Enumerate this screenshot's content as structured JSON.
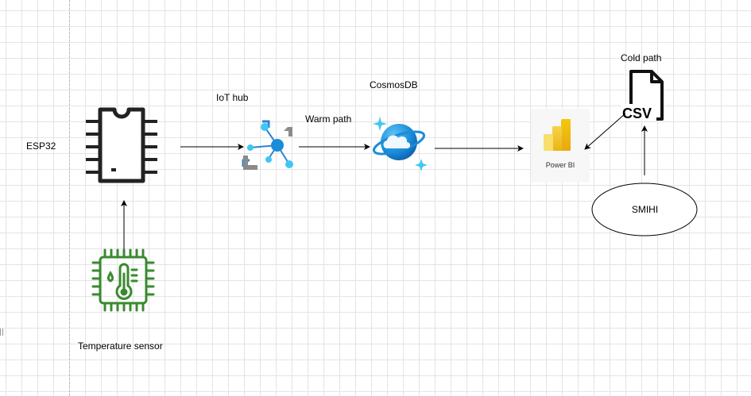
{
  "labels": {
    "esp32": "ESP32",
    "iot_hub": "IoT hub",
    "warm_path": "Warm path",
    "cosmosdb": "CosmosDB",
    "cold_path": "Cold path",
    "temperature_sensor": "Temperature sensor"
  },
  "nodes": {
    "power_bi": "Power BI",
    "csv": "CSV",
    "smihi": "SMIHI"
  },
  "colors": {
    "sensor_green": "#3a8a2f",
    "azure_blue": "#1a8cd8",
    "azure_cyan": "#3fc7f4",
    "powerbi_yellow": "#f2c811",
    "arrow": "#000000"
  },
  "icons": [
    "microchip-icon",
    "temperature-sensor-icon",
    "iot-hub-icon",
    "cosmosdb-icon",
    "power-bi-icon",
    "csv-file-icon"
  ]
}
